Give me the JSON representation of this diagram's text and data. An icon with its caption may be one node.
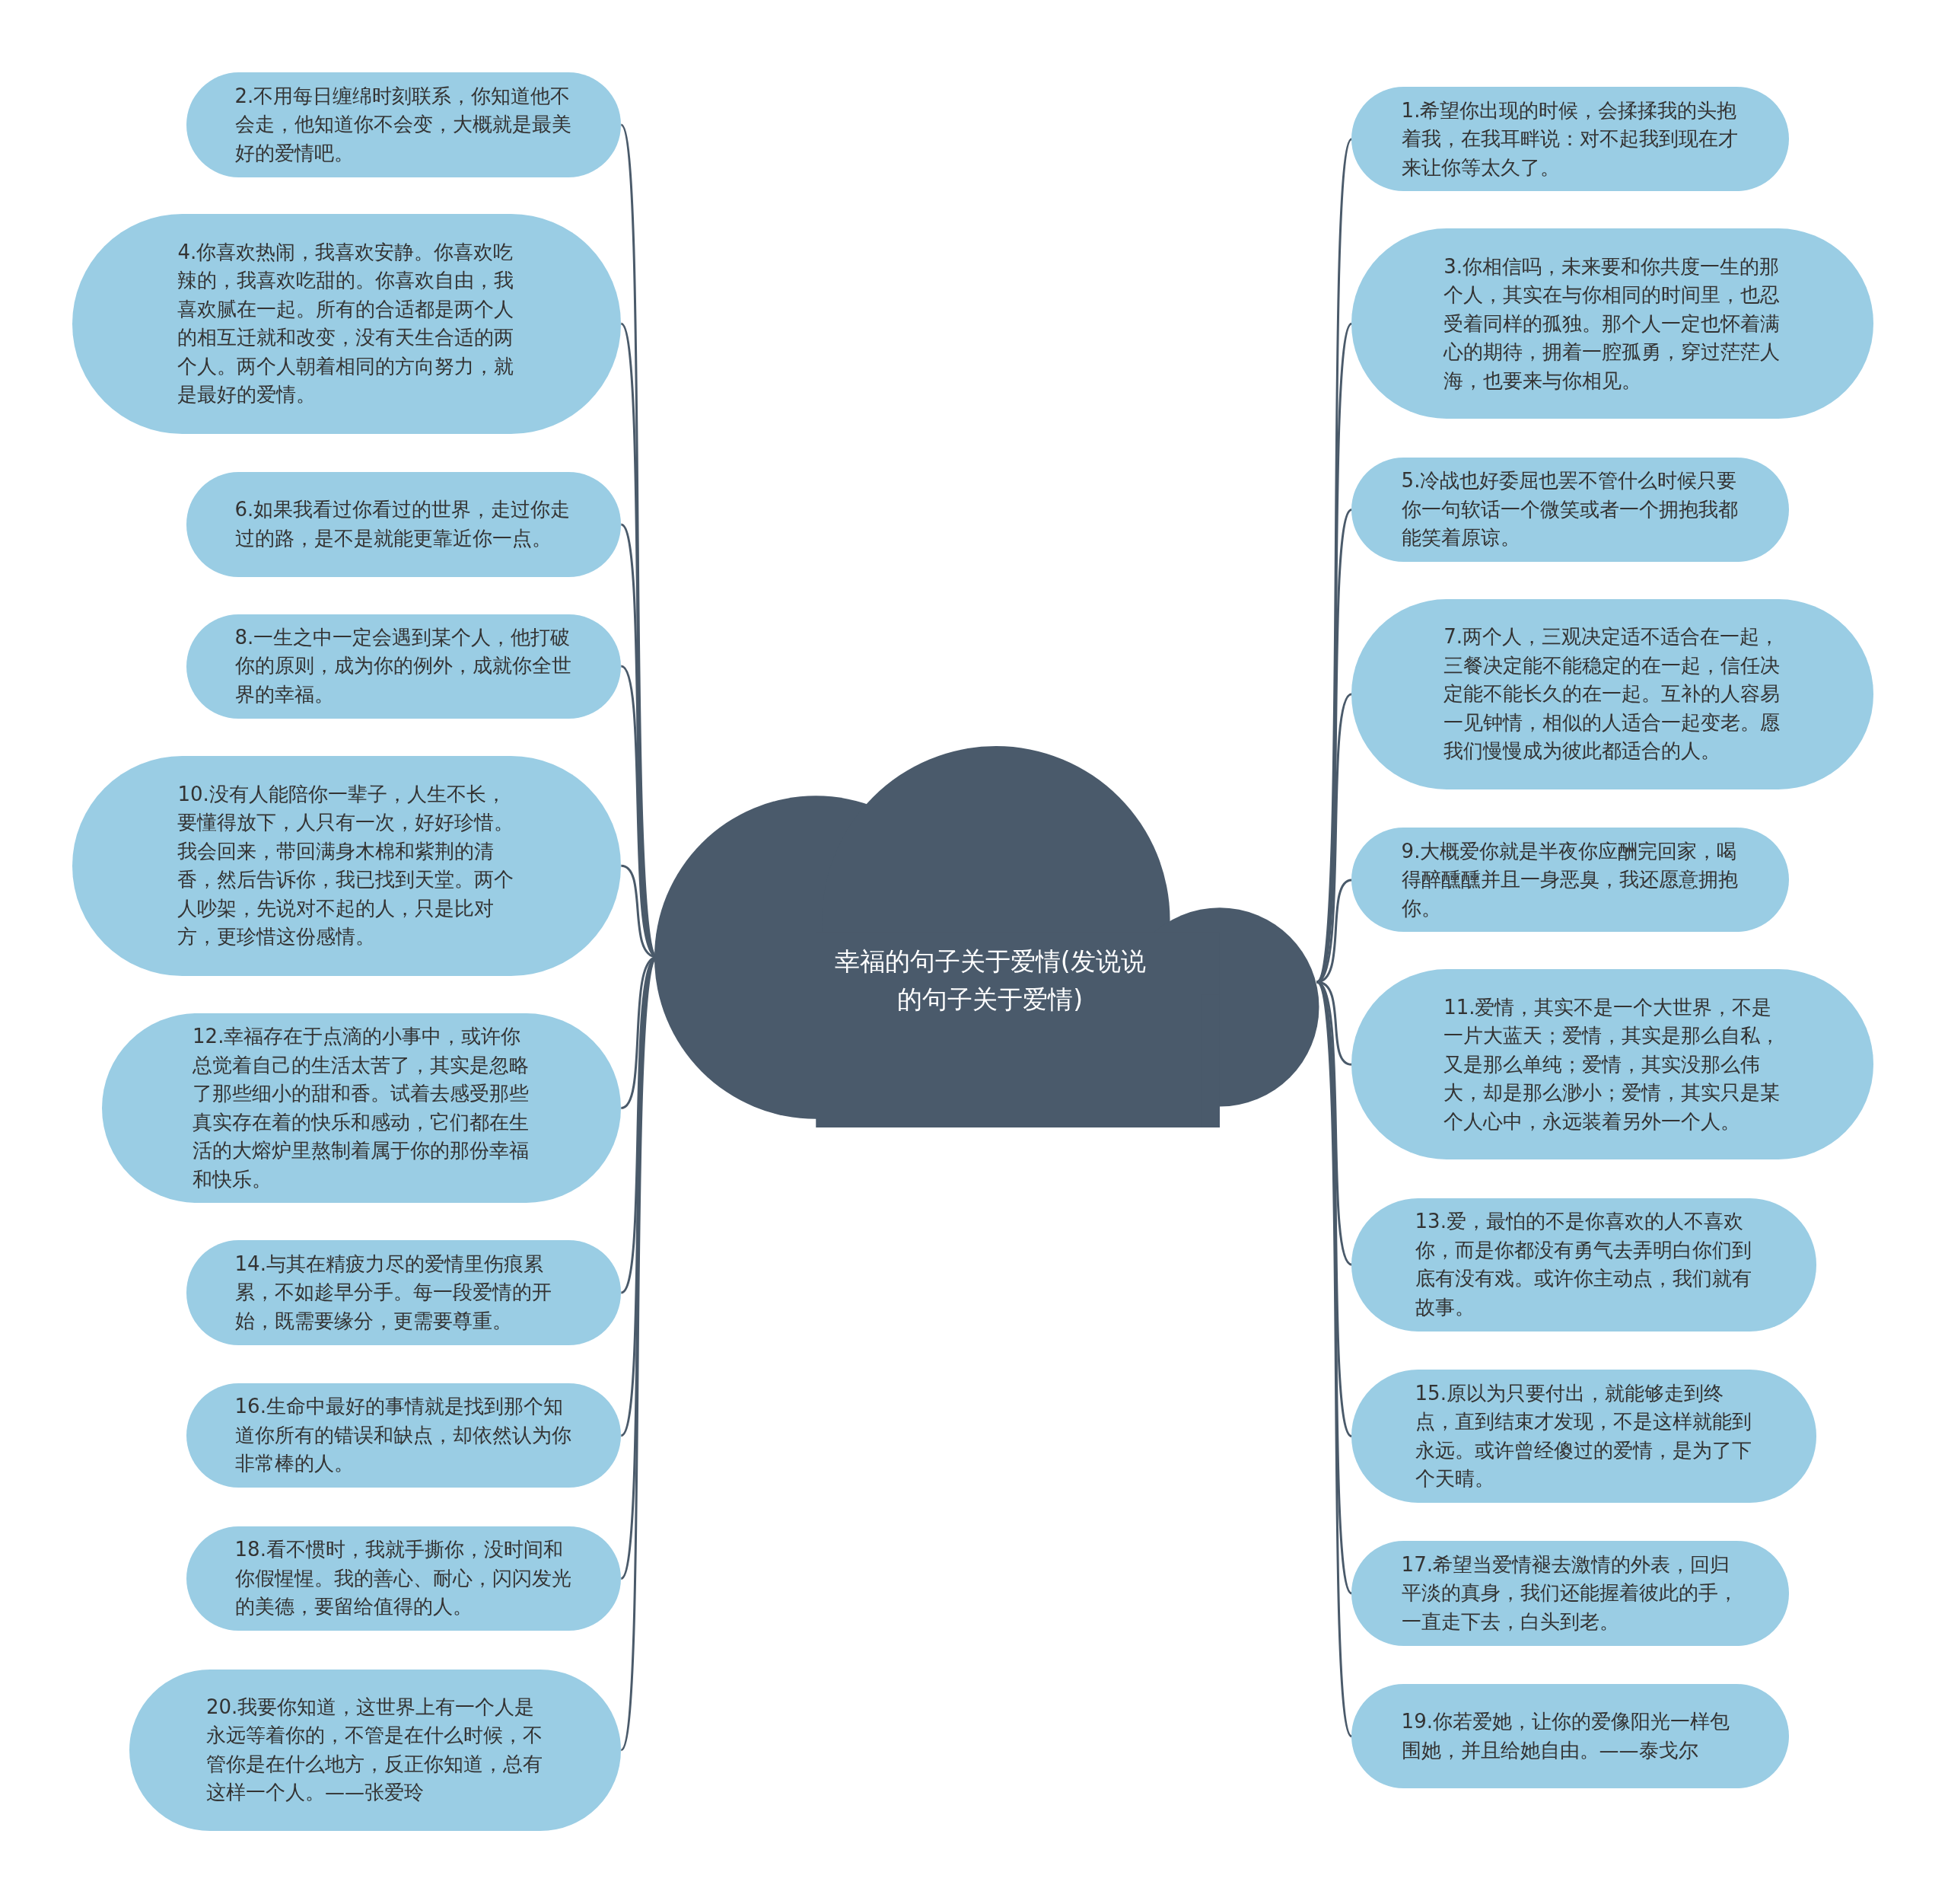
{
  "diagram": {
    "nodes": [
      {
        "text": [
          "幸福的句子关于爱情(发说说的句子关于爱情)"
        ]
      },
      {
        "text": [
          "1.希望你出现的时候，会揉揉我的头抱着我，在我耳畔说：对不起我到现在才来让你等太久了。"
        ]
      },
      {
        "text": [
          "2.不用每日缠绵时刻联系，你知道他不会走，他知道你不会变，大概就是最美好的爱情吧。"
        ]
      },
      {
        "text": [
          "3.你相信吗，未来要和你共度一生的那个人，其实在与你相同的时间里，也忍受着同样的孤独。那个人一定也怀着满心的期待，拥着一腔孤勇，穿过茫茫人海，也要来与你相见。"
        ]
      },
      {
        "text": [
          "4.你喜欢热闹，我喜欢安静。你喜欢吃辣的，我喜欢吃甜的。你喜欢自由，我喜欢腻在一起。所有的合适都是两个人的相互迁就和改变，没有天生合适的两个人。两个人朝着相同的方向努力，就是最好的爱情。"
        ]
      },
      {
        "text": [
          "5.冷战也好委屈也罢不管什么时候只要你一句软话一个微笑或者一个拥抱我都能笑着原谅。"
        ]
      },
      {
        "text": [
          "6.如果我看过你看过的世界，走过你走过的路，是不是就能更靠近你一点。"
        ]
      },
      {
        "text": [
          "7.两个人，三观决定适不适合在一起，三餐决定能不能稳定的在一起，信任决定能不能长久的在一起。互补的人容易一见钟情，相似的人适合一起变老。愿我们慢慢成为彼此都适合的人。"
        ]
      },
      {
        "text": [
          "8.一生之中一定会遇到某个人，他打破你的原则，成为你的例外，成就你全世界的幸福。"
        ]
      },
      {
        "text": [
          "9.大概爱你就是半夜你应酬完回家，喝得醉醺醺并且一身恶臭，我还愿意拥抱你。"
        ]
      },
      {
        "text": [
          "10.没有人能陪你一辈子，人生不长，要懂得放下，人只有一次，好好珍惜。我会回来，带回满身木棉和紫荆的清香，然后告诉你，我已找到天堂。两个人吵架，先说对不起的人，只是比对方，更珍惜这份感情。"
        ]
      },
      {
        "text": [
          "11.爱情，其实不是一个大世界，不是一片大蓝天；爱情，其实是那么自私，又是那么单纯；爱情，其实没那么伟大，却是那么渺小；爱情，其实只是某个人心中，永远装着另外一个人。"
        ]
      },
      {
        "text": [
          "12.幸福存在于点滴的小事中，或许你总觉着自己的生活太苦了，其实是忽略了那些细小的甜和香。试着去感受那些真实存在着的快乐和感动，它们都在生活的大熔炉里熬制着属于你的那份幸福和快乐。"
        ]
      },
      {
        "text": [
          "13.爱，最怕的不是你喜欢的人不喜欢你，而是你都没有勇气去弄明白你们到底有没有戏。或许你主动点，我们就有故事。"
        ]
      },
      {
        "text": [
          "14.与其在精疲力尽的爱情里伤痕累累，不如趁早分手。每一段爱情的开始，既需要缘分，更需要尊重。"
        ]
      },
      {
        "text": [
          "15.原以为只要付出，就能够走到终点，直到结束才发现，不是这样就能到永远。或许曾经傻过的爱情，是为了下个天晴。"
        ]
      },
      {
        "text": [
          "16.生命中最好的事情就是找到那个知道你所有的错误和缺点，却依然认为你非常棒的人。"
        ]
      },
      {
        "text": [
          "17.希望当爱情褪去激情的外表，回归平淡的真身，我们还能握着彼此的手，一直走下去，白头到老。"
        ]
      },
      {
        "text": [
          "18.看不惯时，我就手撕你，没时间和你假惺惺。我的善心、耐心，闪闪发光的美德，要留给值得的人。"
        ]
      },
      {
        "text": [
          "19.你若爱她，让你的爱像阳光一样包围她，并且给她自由。——泰戈尔"
        ]
      },
      {
        "text": [
          "20.我要你知道，这世界上有一个人是永远等着你的，不管是在什么时候，不管你是在什么地方，反正你知道，总有这样一个人。——张爱玲"
        ]
      }
    ],
    "edges": [
      {
        "from": 0,
        "to": 1,
        "arrow": "none"
      },
      {
        "from": 0,
        "to": 2,
        "arrow": "none"
      },
      {
        "from": 0,
        "to": 3,
        "arrow": "none"
      },
      {
        "from": 0,
        "to": 4,
        "arrow": "none"
      },
      {
        "from": 0,
        "to": 5,
        "arrow": "none"
      },
      {
        "from": 0,
        "to": 6,
        "arrow": "none"
      },
      {
        "from": 0,
        "to": 7,
        "arrow": "none"
      },
      {
        "from": 0,
        "to": 8,
        "arrow": "none"
      },
      {
        "from": 0,
        "to": 9,
        "arrow": "none"
      },
      {
        "from": 0,
        "to": 10,
        "arrow": "none"
      },
      {
        "from": 0,
        "to": 11,
        "arrow": "none"
      },
      {
        "from": 0,
        "to": 12,
        "arrow": "none"
      },
      {
        "from": 0,
        "to": 13,
        "arrow": "none"
      },
      {
        "from": 0,
        "to": 14,
        "arrow": "none"
      },
      {
        "from": 0,
        "to": 15,
        "arrow": "none"
      },
      {
        "from": 0,
        "to": 16,
        "arrow": "none"
      },
      {
        "from": 0,
        "to": 17,
        "arrow": "none"
      },
      {
        "from": 0,
        "to": 18,
        "arrow": "none"
      },
      {
        "from": 0,
        "to": 19,
        "arrow": "none"
      },
      {
        "from": 0,
        "to": 20,
        "arrow": "none"
      }
    ]
  }
}
